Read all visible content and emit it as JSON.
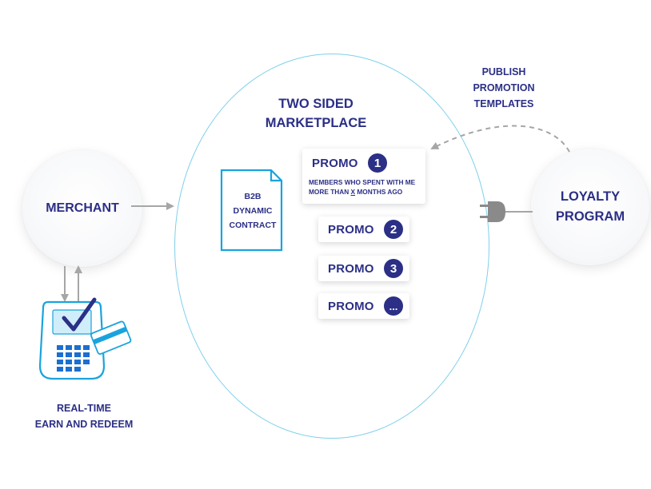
{
  "marketplace": {
    "title_line1": "TWO SIDED",
    "title_line2": "MARKETPLACE",
    "document": {
      "icon": "document-icon",
      "line1": "B2B",
      "line2": "DYNAMIC",
      "line3": "CONTRACT"
    },
    "promos": [
      {
        "label": "PROMO",
        "badge": "1",
        "description_line1": "MEMBERS WHO SPENT WITH ME",
        "description_prefix": "MORE THAN ",
        "description_var": "X",
        "description_suffix": " MONTHS AGO"
      },
      {
        "label": "PROMO",
        "badge": "2"
      },
      {
        "label": "PROMO",
        "badge": "3"
      },
      {
        "label": "PROMO",
        "badge": "..."
      }
    ]
  },
  "merchant": {
    "label": "MERCHANT",
    "terminal_icon": "payment-terminal-icon",
    "check_icon": "checkmark-icon",
    "card_icon": "credit-card-icon",
    "caption_line1": "REAL-TIME",
    "caption_line2": "EARN AND REDEEM"
  },
  "loyalty": {
    "line1": "LOYALTY",
    "line2": "PROGRAM",
    "plug_icon": "plug-icon"
  },
  "publish_note": {
    "line1": "PUBLISH",
    "line2": "PROMOTION",
    "line3": "TEMPLATES"
  },
  "colors": {
    "navy": "#2b2f86",
    "cyan": "#1aa3dd",
    "circle_outline": "#7fd0ea",
    "arrow_gray": "#a6a6a6"
  }
}
